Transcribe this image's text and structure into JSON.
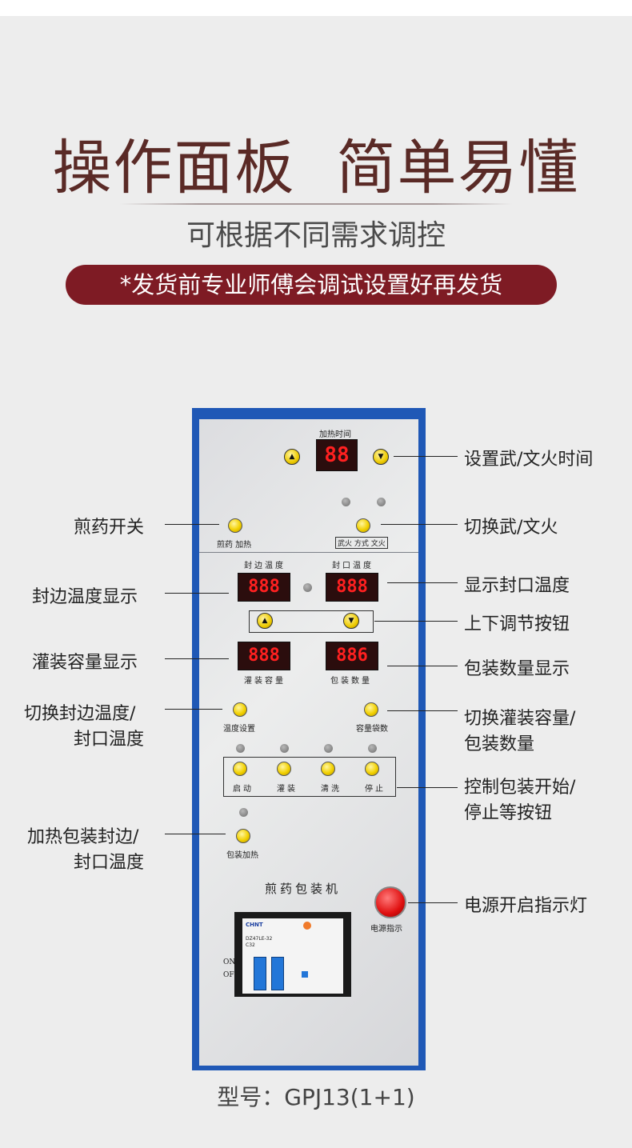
{
  "header": {
    "title": "操作面板  简单易懂",
    "subtitle": "可根据不同需求调控",
    "notice": "*发货前专业师傅会调试设置好再发货"
  },
  "footer": {
    "model": "型号：GPJ13(1+1)"
  },
  "panel": {
    "heat_time_label": "加热时间",
    "heat_time_display": "88",
    "decoct_heat_label": "煎药 加热",
    "fire_mode_label": "武火 方式 文火",
    "edge_temp_label": "封边温度",
    "mouth_temp_label": "封口温度",
    "edge_temp_display": "888",
    "mouth_temp_display": "888",
    "fill_capacity_display": "888",
    "pack_count_display": "886",
    "fill_capacity_label": "灌装容量",
    "pack_count_label": "包装数量",
    "temp_setting_label": "温度设置",
    "capacity_bags_label": "容量袋数",
    "start_label": "启动",
    "fill_label": "灌装",
    "clean_label": "清洗",
    "stop_label": "停止",
    "pack_heat_label": "包装加热",
    "machine_name": "煎药包装机",
    "power_indicator_label": "电源指示",
    "breaker_brand": "CHNT",
    "breaker_model": "DZ47LE-32",
    "breaker_rating": "C32",
    "on_label": "ON",
    "off_label": "OFF",
    "accent_color": "#1f58b6"
  },
  "annotations": {
    "set_fire_time": "设置武/文火时间",
    "decoct_switch": "煎药开关",
    "switch_fire": "切换武/文火",
    "edge_temp_display": "封边温度显示",
    "show_mouth_temp": "显示封口温度",
    "up_down_buttons": "上下调节按钮",
    "fill_capacity_display": "灌装容量显示",
    "pack_count_display": "包装数量显示",
    "switch_temp_line1": "切换封边温度/",
    "switch_temp_line2": "封口温度",
    "switch_capacity_line1": "切换灌装容量/",
    "switch_capacity_line2": "包装数量",
    "control_pack_line1": "控制包装开始/",
    "control_pack_line2": "停止等按钮",
    "heat_pack_line1": "加热包装封边/",
    "heat_pack_line2": "封口温度",
    "power_indicator": "电源开启指示灯"
  }
}
